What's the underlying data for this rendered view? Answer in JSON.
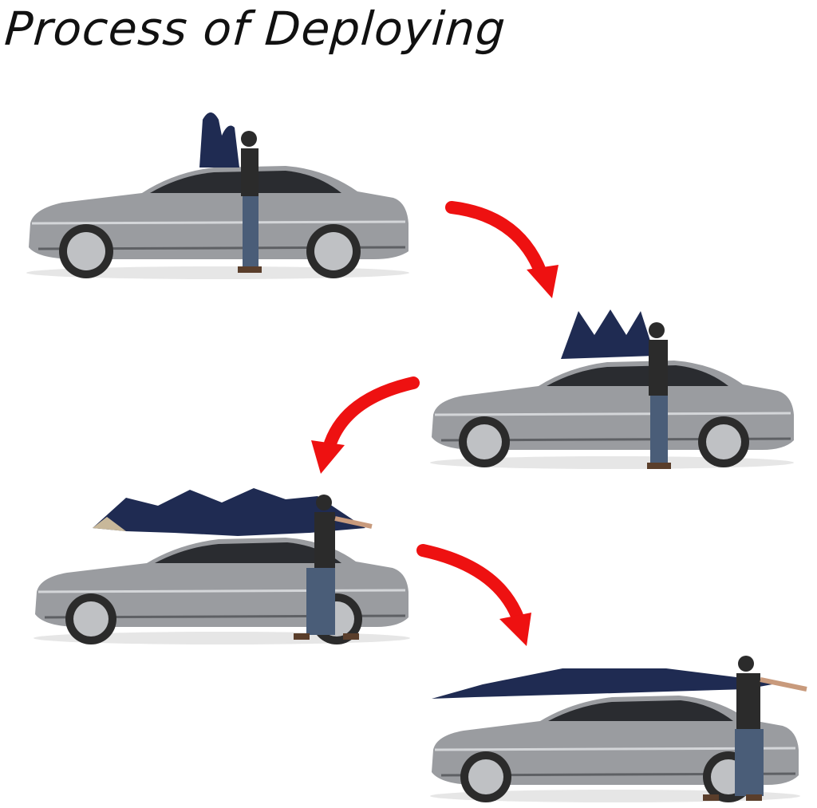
{
  "title": "Process of Deploying",
  "colors": {
    "background": "#ffffff",
    "car_body": "#9a9ca0",
    "car_highlight": "#d4d6d9",
    "car_shadow": "#5e6064",
    "window": "#2a2c30",
    "canopy": "#1f2b52",
    "canopy_light": "#34467a",
    "arrow": "#ee1111",
    "shirt": "#2b2b2b",
    "jeans": "#4a5d78",
    "skin": "#c89a7c"
  },
  "steps": [
    {
      "id": 1,
      "stage": "folded"
    },
    {
      "id": 2,
      "stage": "opening"
    },
    {
      "id": 3,
      "stage": "spreading"
    },
    {
      "id": 4,
      "stage": "deployed"
    }
  ]
}
